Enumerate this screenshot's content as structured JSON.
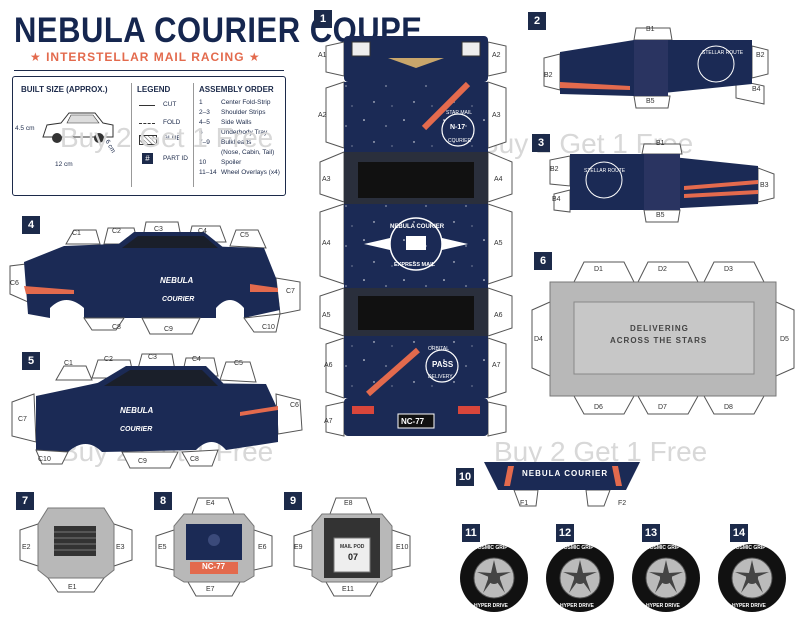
{
  "header": {
    "title": "NEBULA COURIER COUPE",
    "subtitle": "INTERSTELLAR MAIL RACING"
  },
  "legend": {
    "built_size": {
      "heading": "BUILT SIZE (APPROX.)",
      "height": "4.5 cm",
      "length": "12 cm",
      "width": "6 cm"
    },
    "key": {
      "heading": "LEGEND",
      "cut": "CUT",
      "fold": "FOLD",
      "glue": "GLUE",
      "part_id": "PART ID",
      "part_symbol": "#"
    },
    "assembly": {
      "heading": "ASSEMBLY ORDER",
      "steps": [
        {
          "n": "1",
          "text": "Center Fold-Strip"
        },
        {
          "n": "2–3",
          "text": "Shoulder Strips"
        },
        {
          "n": "4–5",
          "text": "Side Walls"
        },
        {
          "n": "6",
          "text": "Underbody Tray"
        },
        {
          "n": "7–9",
          "text": "Bulkheads"
        },
        {
          "n": "",
          "text": "(Nose, Cabin, Tail)"
        },
        {
          "n": "10",
          "text": "Spoiler"
        },
        {
          "n": "11–14",
          "text": "Wheel Overlays (x4)"
        }
      ]
    }
  },
  "watermarks": [
    "Buy 2 Get 1 Free",
    "Buy 2 Get 1 Free",
    "Buy 2 Get 1 Free",
    "Buy 2 Get 1 Free"
  ],
  "parts": {
    "p1": {
      "id": "1",
      "tabs": [
        "A1",
        "A2",
        "A2",
        "A3",
        "A3",
        "A4",
        "A4",
        "A5",
        "A5",
        "A6",
        "A6",
        "A7",
        "A7"
      ],
      "badge": "N-17",
      "ring_top": "STAR MAIL",
      "ring_bottom": "COURIER",
      "emblem_top": "NEBULA COURIER",
      "emblem_bottom": "EXPRESS MAIL",
      "orbit_top": "ORBITAL",
      "orbit_mid": "PASS",
      "orbit_bottom": "DELIVERY",
      "plate": "NC-77"
    },
    "p2": {
      "id": "2",
      "tabs": [
        "B1",
        "B2",
        "B2",
        "B5",
        "B4"
      ],
      "ring": "STELLAR ROUTE"
    },
    "p3": {
      "id": "3",
      "tabs": [
        "B1",
        "B2",
        "B4",
        "B3",
        "B5"
      ],
      "ring": "STELLAR ROUTE"
    },
    "p4": {
      "id": "4",
      "tabs": [
        "C1",
        "C2",
        "C3",
        "C4",
        "C5",
        "C6",
        "C7",
        "C8",
        "C9",
        "C10"
      ],
      "logo_top": "NEBULA",
      "logo_bottom": "COURIER"
    },
    "p5": {
      "id": "5",
      "tabs": [
        "C1",
        "C2",
        "C3",
        "C4",
        "C5",
        "C6",
        "C7",
        "C8",
        "C9",
        "C10"
      ],
      "logo_top": "NEBULA",
      "logo_bottom": "COURIER"
    },
    "p6": {
      "id": "6",
      "tabs": [
        "D1",
        "D2",
        "D3",
        "D4",
        "D5",
        "D6",
        "D7",
        "D8"
      ],
      "slogan_1": "DELIVERING",
      "slogan_2": "ACROSS THE STARS"
    },
    "p7": {
      "id": "7",
      "tabs": [
        "E1",
        "E2",
        "E3"
      ]
    },
    "p8": {
      "id": "8",
      "tabs": [
        "E4",
        "E5",
        "E6",
        "E7"
      ],
      "plate": "NC-77"
    },
    "p9": {
      "id": "9",
      "tabs": [
        "E8",
        "E9",
        "E10",
        "E11"
      ],
      "box_top": "MAIL POD",
      "box_num": "07"
    },
    "p10": {
      "id": "10",
      "tabs": [
        "F1",
        "F2"
      ],
      "label": "NEBULA COURIER"
    },
    "wheels": [
      {
        "id": "11",
        "top": "COSMIC GRIP",
        "bottom": "HYPER DRIVE"
      },
      {
        "id": "12",
        "top": "COSMIC GRIP",
        "bottom": "HYPER DRIVE"
      },
      {
        "id": "13",
        "top": "COSMIC GRIP",
        "bottom": "HYPER DRIVE"
      },
      {
        "id": "14",
        "top": "COSMIC GRIP",
        "bottom": "HYPER DRIVE"
      }
    ]
  },
  "colors": {
    "navy": "#1b2a55",
    "accent": "#e36a4d",
    "grey": "#b8b8b8"
  }
}
